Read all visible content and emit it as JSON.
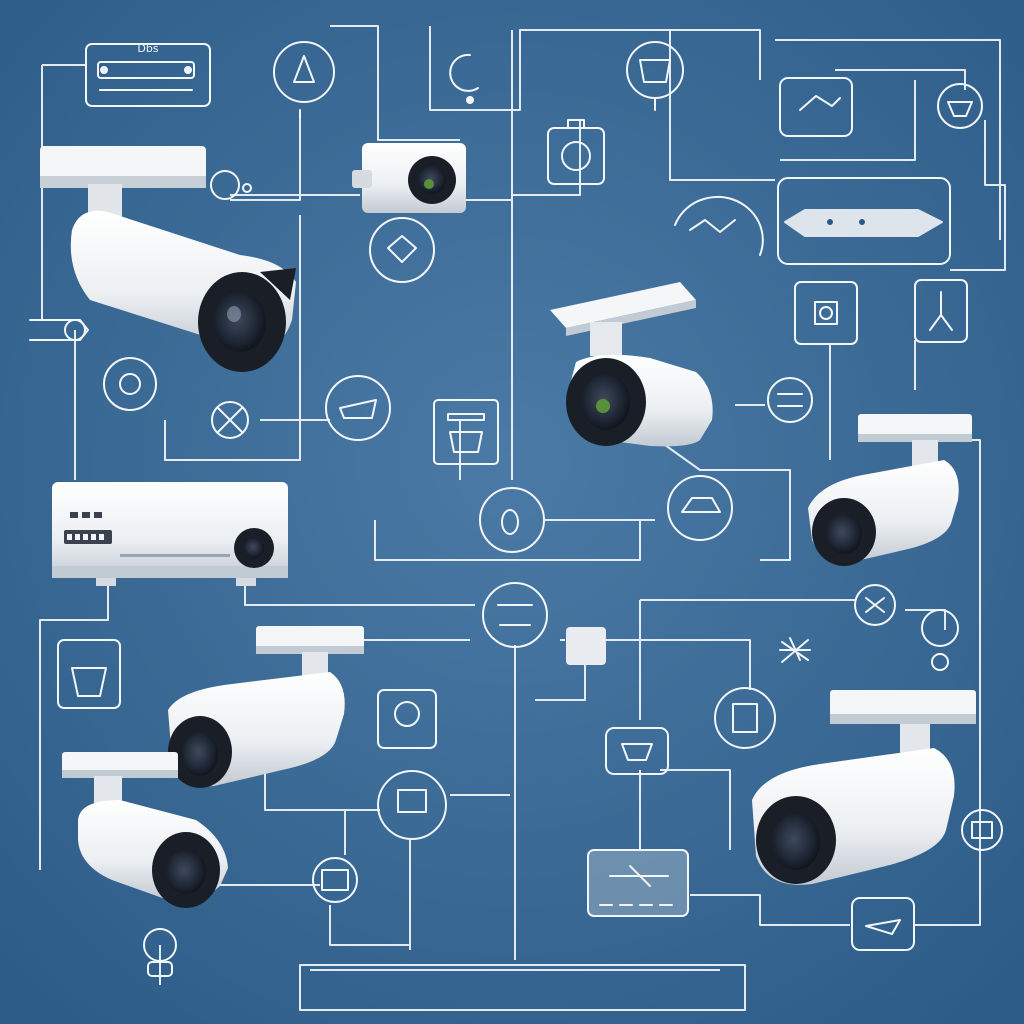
{
  "diagram": {
    "colors": {
      "background_center": "#4a7aa5",
      "background_edge": "#2c5a86",
      "line": "#f2f6fa",
      "device_body": "#f1f3f5",
      "device_shade": "#c9d0d8",
      "lens_dark": "#1c2330",
      "lens_glint": "#5a8f3a"
    },
    "labels": {
      "top_left_box": "Dbs"
    },
    "devices": [
      {
        "name": "bullet-camera",
        "icon": "security-camera-icon"
      },
      {
        "name": "dome-camera",
        "icon": "security-camera-icon"
      },
      {
        "name": "network-video-recorder",
        "icon": "nvr-icon"
      }
    ]
  }
}
